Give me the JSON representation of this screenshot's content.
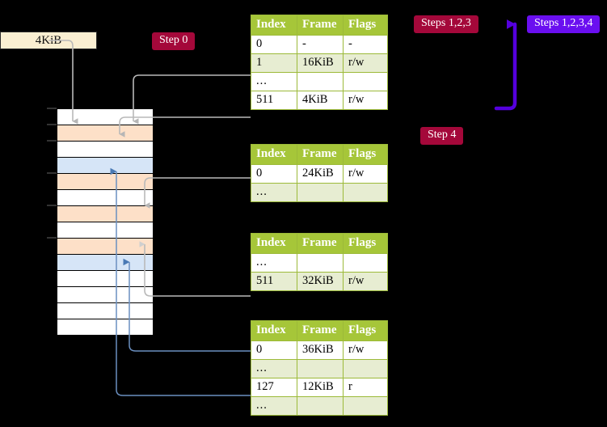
{
  "labels": {
    "kib_box": "4KiB",
    "step0": "Step 0",
    "step4": "Step 4",
    "steps123": "Steps 1,2,3",
    "steps1234": "Steps 1,2,3,4"
  },
  "colors": {
    "badge_red": "#a4083a",
    "badge_violet": "#6a0ff0",
    "table_header": "#a6c639",
    "table_alt_row": "#e7edd2",
    "highlight": "#ffff99",
    "mem_orange": "#fde0c8",
    "mem_blue": "#d6e5f7",
    "kib_box_fill": "#faefd2",
    "connector_gray": "#aaaaaa",
    "connector_blue": "#6a8fc0",
    "arrow_violet": "#5500dd"
  },
  "tables": [
    {
      "name": "pml4-table",
      "columns": [
        "Index",
        "Frame",
        "Flags"
      ],
      "rows": [
        {
          "index": "0",
          "frame": "-",
          "flags": "-",
          "style": "plain"
        },
        {
          "index": "1",
          "frame": "16KiB",
          "flags": "r/w",
          "style": "alt"
        },
        {
          "index": "...",
          "frame": "",
          "flags": "",
          "style": "plain"
        },
        {
          "index": "511",
          "frame": "4KiB",
          "flags": "r/w",
          "style": "highlight"
        }
      ]
    },
    {
      "name": "pdp-table",
      "columns": [
        "Index",
        "Frame",
        "Flags"
      ],
      "rows": [
        {
          "index": "0",
          "frame": "24KiB",
          "flags": "r/w",
          "style": "plain"
        },
        {
          "index": "...",
          "frame": "",
          "flags": "",
          "style": "alt"
        }
      ]
    },
    {
      "name": "pd-table",
      "columns": [
        "Index",
        "Frame",
        "Flags"
      ],
      "rows": [
        {
          "index": "...",
          "frame": "",
          "flags": "",
          "style": "plain"
        },
        {
          "index": "511",
          "frame": "32KiB",
          "flags": "r/w",
          "style": "alt"
        }
      ]
    },
    {
      "name": "pt-table",
      "columns": [
        "Index",
        "Frame",
        "Flags"
      ],
      "rows": [
        {
          "index": "0",
          "frame": "36KiB",
          "flags": "r/w",
          "style": "plain"
        },
        {
          "index": "...",
          "frame": "",
          "flags": "",
          "style": "alt"
        },
        {
          "index": "127",
          "frame": "12KiB",
          "flags": "r",
          "style": "plain"
        },
        {
          "index": "...",
          "frame": "",
          "flags": "",
          "style": "alt"
        }
      ]
    }
  ],
  "memory_column": {
    "name": "physical-memory-frames",
    "frames": [
      {
        "fill": "white"
      },
      {
        "fill": "orange"
      },
      {
        "fill": "white"
      },
      {
        "fill": "blue"
      },
      {
        "fill": "orange"
      },
      {
        "fill": "white"
      },
      {
        "fill": "orange"
      },
      {
        "fill": "white"
      },
      {
        "fill": "orange"
      },
      {
        "fill": "blue"
      },
      {
        "fill": "white"
      },
      {
        "fill": "white"
      },
      {
        "fill": "white"
      },
      {
        "fill": "white"
      }
    ]
  }
}
